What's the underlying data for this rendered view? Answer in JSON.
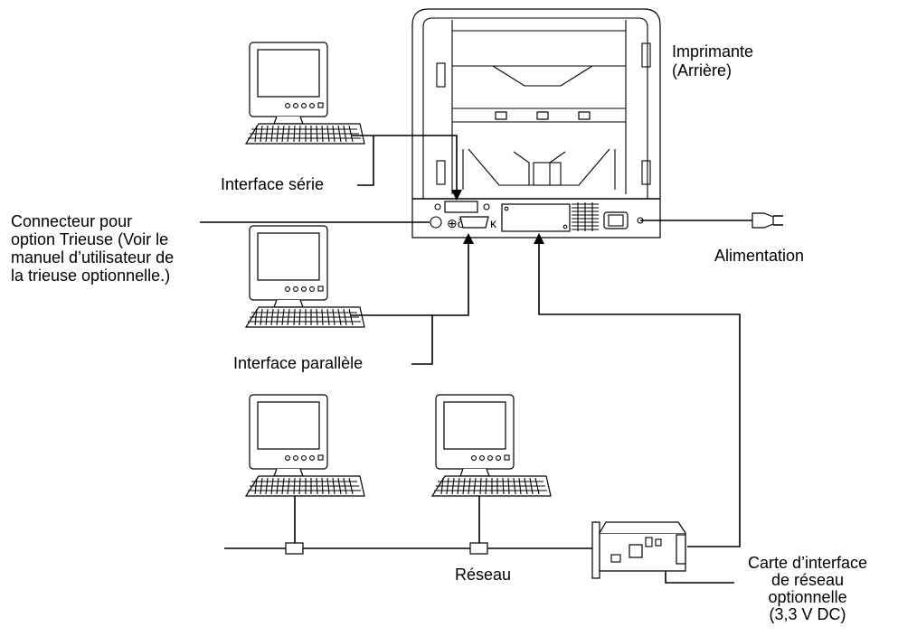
{
  "labels": {
    "printer": [
      "Imprimante",
      "(Arrière)"
    ],
    "serial": "Interface série",
    "connector": [
      "Connecteur pour",
      "option Trieuse (Voir le",
      "manuel d’utilisateur de",
      "la trieuse optionnelle.)"
    ],
    "power": "Alimentation",
    "parallel": "Interface parallèle",
    "network": "Réseau",
    "card": [
      "Carte d’interface",
      "de réseau",
      "optionnelle",
      "(3,3 V DC)"
    ]
  }
}
